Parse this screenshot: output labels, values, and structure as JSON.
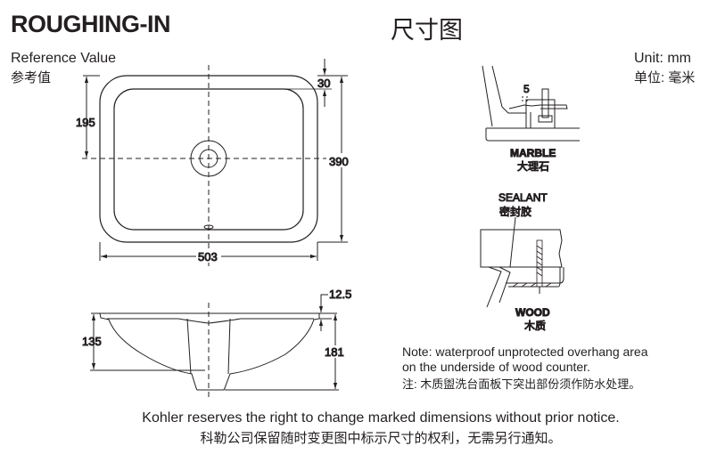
{
  "header": {
    "title_en": "ROUGHING-IN",
    "title_cn": "尺寸图",
    "reference_en": "Reference Value",
    "reference_cn": "参考值",
    "unit_en": "Unit: mm",
    "unit_cn": "单位: 毫米"
  },
  "top_view": {
    "dim_height_to_center": "195",
    "dim_rim": "30",
    "dim_total_height": "390",
    "dim_width": "503"
  },
  "side_view": {
    "dim_rim_thickness": "12.5",
    "dim_bowl_depth": "135",
    "dim_total_depth": "181"
  },
  "details": {
    "marble_gap": "5",
    "marble_en": "MARBLE",
    "marble_cn": "大理石",
    "sealant_en": "SEALANT",
    "sealant_cn": "密封胶",
    "wood_en": "WOOD",
    "wood_cn": "木质"
  },
  "note": {
    "line1": "Note: waterproof unprotected overhang area",
    "line2": "on the underside of wood counter.",
    "line3": "注:   木质盥洗台面板下突出部份须作防水处理。"
  },
  "footer": {
    "line_en": "Kohler reserves the right to change marked dimensions without prior notice.",
    "line_cn": "科勒公司保留随时变更图中标示尺寸的权利，无需另行通知。"
  }
}
